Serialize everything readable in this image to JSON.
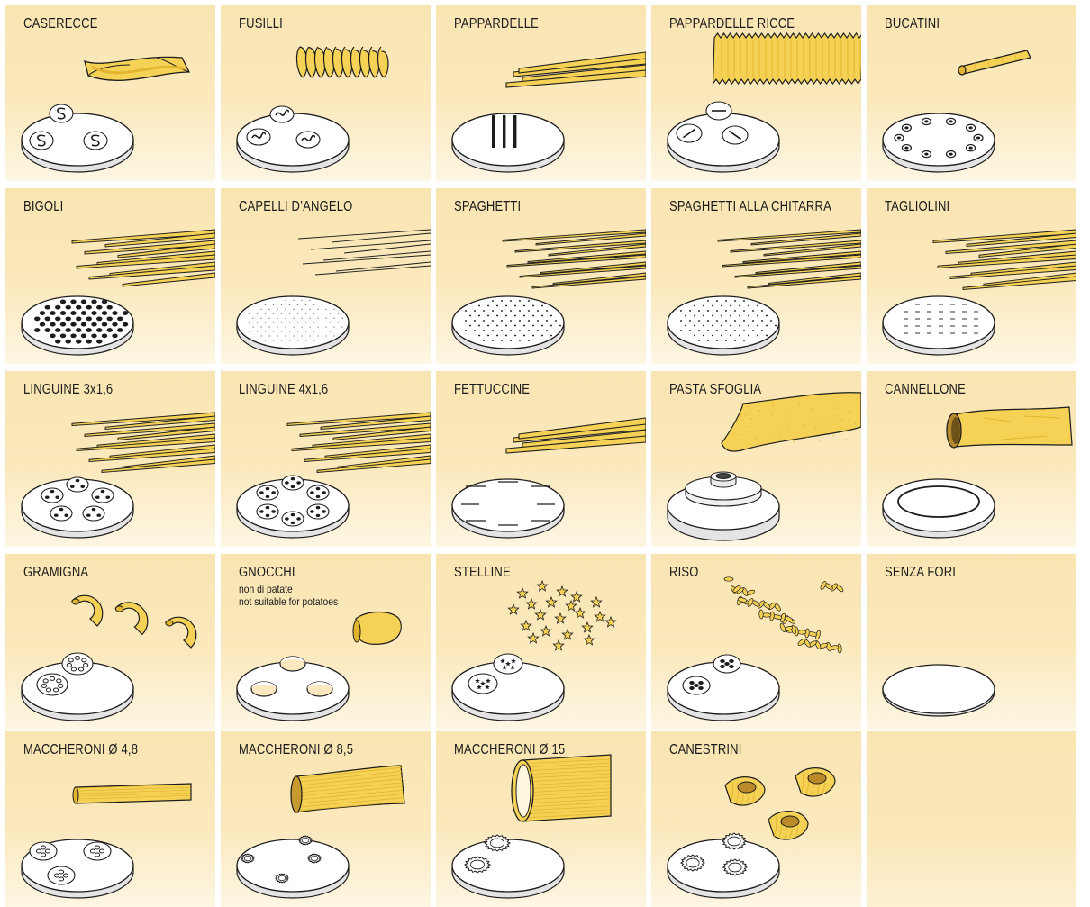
{
  "grid": {
    "cells": [
      {
        "label": "CASERECCE",
        "pasta": "casarecce",
        "die": "s-slots",
        "slug": "casarecce"
      },
      {
        "label": "FUSILLI",
        "pasta": "fusilli",
        "die": "wave-slots",
        "slug": "fusilli"
      },
      {
        "label": "PAPPARDELLE",
        "pasta": "ribbons-flat",
        "die": "bars",
        "slug": "pappardelle"
      },
      {
        "label": "PAPPARDELLE RICCE",
        "pasta": "ribbons-ruffled",
        "die": "slit-circles",
        "slug": "pappardelle-ricce"
      },
      {
        "label": "BUCATINI",
        "pasta": "tube-thin",
        "die": "ring-holes",
        "slug": "bucatini"
      },
      {
        "label": "BIGOLI",
        "pasta": "strands-thick",
        "die": "many-dots-big",
        "slug": "bigoli"
      },
      {
        "label": "CAPELLI D’ANGELO",
        "pasta": "strands-hair",
        "die": "tiny-dots",
        "slug": "capelli-dangelo"
      },
      {
        "label": "SPAGHETTI",
        "pasta": "strands",
        "die": "small-dots",
        "slug": "spaghetti"
      },
      {
        "label": "SPAGHETTI ALLA CHITARRA",
        "pasta": "strands",
        "die": "small-dots",
        "slug": "spaghetti-alla-chitarra"
      },
      {
        "label": "TAGLIOLINI",
        "pasta": "strands-flat",
        "die": "dashes",
        "slug": "tagliolini"
      },
      {
        "label": "LINGUINE 3x1,6",
        "pasta": "strands-flat",
        "die": "cluster-five",
        "slug": "linguine-3x1-6"
      },
      {
        "label": "LINGUINE 4x1,6",
        "pasta": "strands-flat",
        "die": "cluster-six",
        "slug": "linguine-4x1-6"
      },
      {
        "label": "FETTUCCINE",
        "pasta": "ribbons-flat",
        "die": "long-slots",
        "slug": "fettuccine"
      },
      {
        "label": "PASTA SFOGLIA",
        "pasta": "sheet",
        "die": "center-boss",
        "slug": "pasta-sfoglia"
      },
      {
        "label": "CANNELLONE",
        "pasta": "tube-large",
        "die": "ring-large",
        "slug": "cannellone"
      },
      {
        "label": "GRAMIGNA",
        "pasta": "elbows",
        "die": "cluster-rings",
        "slug": "gramigna"
      },
      {
        "label": "GNOCCHI",
        "sub1": "non di patate",
        "sub2": "not suitable for potatoes",
        "pasta": "gnocco",
        "die": "three-holes",
        "slug": "gnocchi"
      },
      {
        "label": "STELLINE",
        "pasta": "stars",
        "die": "star-cluster",
        "slug": "stelline"
      },
      {
        "label": "RISO",
        "pasta": "rice",
        "die": "dot-cluster",
        "slug": "riso"
      },
      {
        "label": "SENZA FORI",
        "pasta": "none",
        "die": "blank-low",
        "slug": "senza-fori"
      },
      {
        "label": "MACCHERONI  Ø 4,8",
        "pasta": "tube-ridged-small",
        "die": "cluster-four",
        "slug": "maccheroni-4-8"
      },
      {
        "label": "MACCHERONI  Ø 8,5",
        "pasta": "tube-ridged-medium",
        "die": "flower-holes-small",
        "slug": "maccheroni-8-5"
      },
      {
        "label": "MACCHERONI  Ø 15",
        "pasta": "tube-ridged-large",
        "die": "flower-holes-large",
        "slug": "maccheroni-15"
      },
      {
        "label": "CANESTRINI",
        "pasta": "shells",
        "die": "flower-holes-three",
        "slug": "canestrini"
      },
      {
        "label": "",
        "pasta": "none",
        "die": "none",
        "slug": "empty"
      }
    ]
  },
  "colors": {
    "pasta": "#f5d255",
    "pasta_shade": "#e2b530",
    "outline": "#1c1c1c",
    "die_face": "#ffffff",
    "die_rim": "#e4e4e4"
  }
}
